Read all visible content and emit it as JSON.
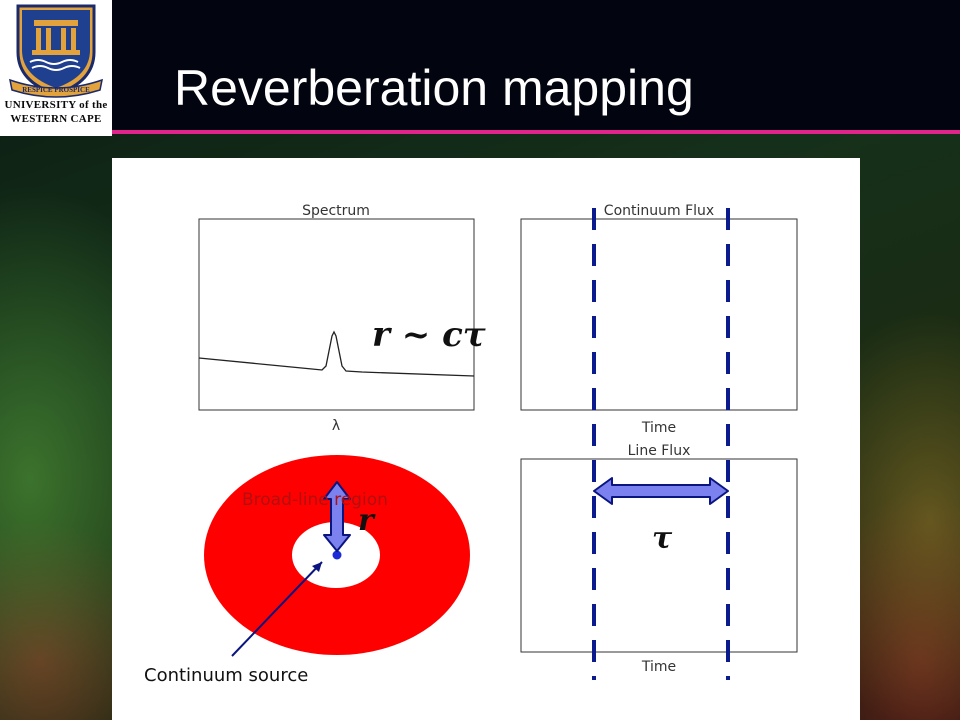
{
  "header": {
    "title": "Reverberation mapping",
    "logo": {
      "line1": "UNIVERSITY of the",
      "line2": "WESTERN CAPE",
      "motto": "RESPICE PROSPICE"
    }
  },
  "figure": {
    "spectrum_panel": {
      "title": "Spectrum",
      "xlabel": "λ"
    },
    "continuum_panel": {
      "title": "Continuum Flux",
      "xlabel": "Time"
    },
    "line_panel": {
      "title": "Line Flux",
      "xlabel": "Time"
    },
    "blr_label": "Broad-line region",
    "continuum_source_label": "Continuum source",
    "equation": "r ~ cτ",
    "radius_symbol": "r",
    "lag_symbol": "τ",
    "colors": {
      "ring": "#ff0000",
      "arrow_fill": "#7b82f0",
      "arrow_stroke": "#0a1580",
      "dashed_line": "#0b1a8c",
      "source_dot": "#1d2bd6"
    }
  }
}
